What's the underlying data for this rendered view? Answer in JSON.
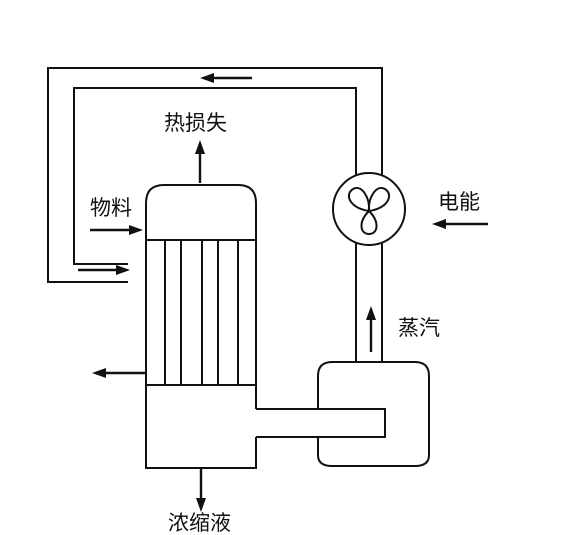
{
  "labels": {
    "heat_loss": "热损失",
    "material": "物料",
    "electric_energy": "电能",
    "steam": "蒸汽",
    "concentrate": "浓缩液"
  },
  "colors": {
    "line": "#111111",
    "background": "#ffffff"
  },
  "icons": {
    "compressor": "fan-icon"
  }
}
